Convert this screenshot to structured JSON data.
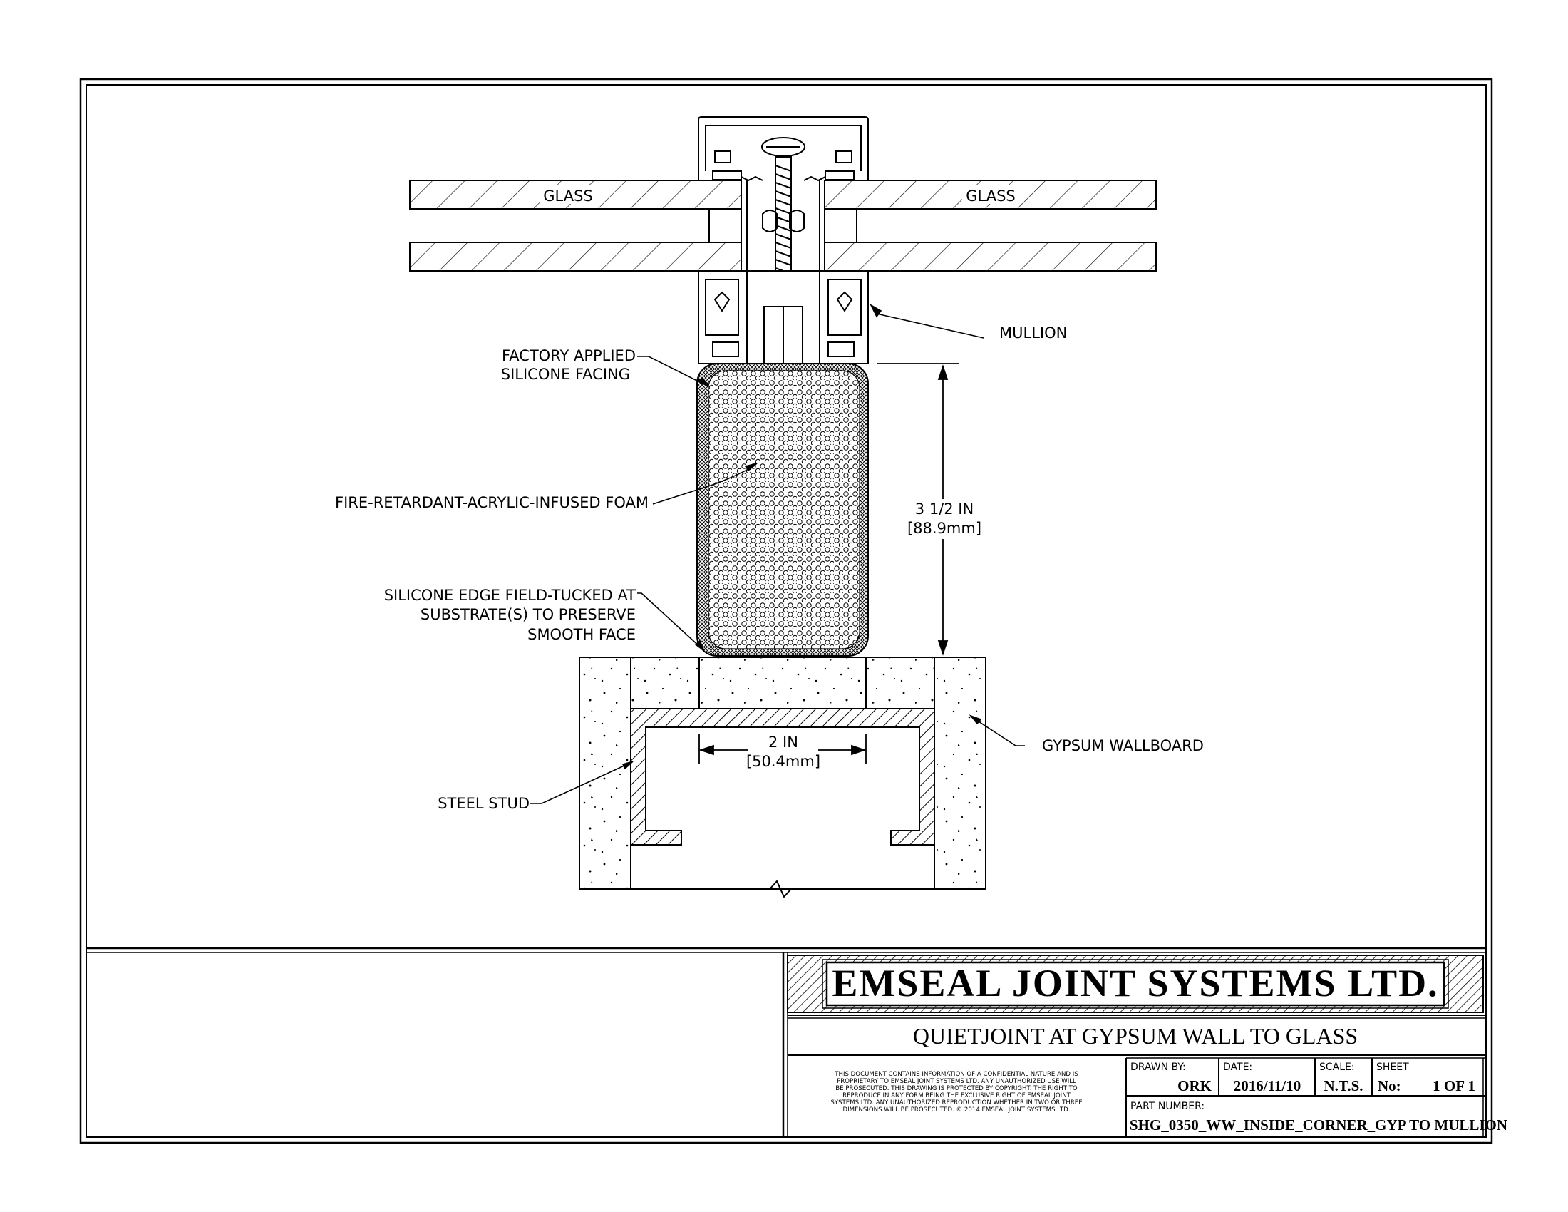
{
  "labels": {
    "glass_left": "GLASS",
    "glass_right": "GLASS",
    "mullion": "MULLION",
    "factory_1": "FACTORY APPLIED",
    "factory_2": "SILICONE FACING",
    "foam": "FIRE-RETARDANT-ACRYLIC-INFUSED FOAM",
    "dim_height_1": "3 1/2 IN",
    "dim_height_2": "[88.9mm]",
    "edge_1": "SILICONE EDGE FIELD-TUCKED AT",
    "edge_2": "SUBSTRATE(S) TO PRESERVE",
    "edge_3": "SMOOTH FACE",
    "dim_width_1": "2 IN",
    "dim_width_2": "[50.4mm]",
    "gypsum": "GYPSUM WALLBOARD",
    "stud": "STEEL STUD"
  },
  "title_block": {
    "company": "EMSEAL JOINT SYSTEMS LTD.",
    "title": "QUIETJOINT AT GYPSUM WALL TO GLASS",
    "disclaimer": [
      "THIS DOCUMENT CONTAINS INFORMATION OF A CONFIDENTIAL NATURE AND IS",
      "PROPRIETARY TO EMSEAL JOINT SYSTEMS LTD. ANY UNAUTHORIZED USE WILL",
      "BE PROSECUTED. THIS DRAWING IS PROTECTED BY COPYRIGHT. THE RIGHT TO",
      "REPRODUCE IN ANY FORM BEING THE EXCLUSIVE RIGHT OF EMSEAL JOINT",
      "SYSTEMS LTD. ANY UNAUTHORIZED REPRODUCTION WHETHER IN TWO OR THREE",
      "DIMENSIONS WILL BE PROSECUTED. © 2014 EMSEAL JOINT SYSTEMS LTD."
    ],
    "drawn_by_label": "DRAWN BY:",
    "drawn_by": "ORK",
    "date_label": "DATE:",
    "date": "2016/11/10",
    "scale_label": "SCALE:",
    "scale": "N.T.S.",
    "sheet_label": "SHEET",
    "sheet_no_label": "No:",
    "sheet": "1 OF 1",
    "part_label": "PART NUMBER:",
    "part_number": "SHG_0350_WW_INSIDE_CORNER_GYP TO MULLION"
  }
}
